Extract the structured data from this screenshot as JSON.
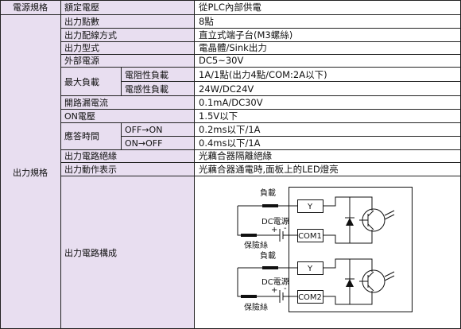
{
  "table": {
    "power": {
      "group": "電源規格",
      "label": "額定電壓",
      "value": "從PLC內部供電"
    },
    "output": {
      "group": "出力規格",
      "rows": {
        "points": {
          "label": "出力點數",
          "value": "8點"
        },
        "wiring": {
          "label": "出力配線方式",
          "value": "直立式端子台(M3螺絲)"
        },
        "type": {
          "label": "出力型式",
          "value": "電晶體/Sink出力"
        },
        "ext_power": {
          "label": "外部電源",
          "value": "DC5~30V"
        },
        "max_load": {
          "label": "最大負載",
          "resistive": {
            "label": "電阻性負載",
            "value": "1A/1點(出力4點/COM:2A以下)"
          },
          "inductive": {
            "label": "電感性負載",
            "value": "24W/DC24V"
          }
        },
        "leak": {
          "label": "開路漏電流",
          "value": "0.1mA/DC30V"
        },
        "on_voltage": {
          "label": "ON電壓",
          "value": "1.5V以下"
        },
        "response": {
          "label": "應答時間",
          "off_on": {
            "label": "OFF→ON",
            "value": "0.2ms以下/1A"
          },
          "on_off": {
            "label": "ON→OFF",
            "value": "0.4ms以下/1A"
          }
        },
        "isolation": {
          "label": "出力電路絕緣",
          "value": "光藕合器隔離絕緣"
        },
        "indicator": {
          "label": "出力動作表示",
          "value": "光藕合器通電時,面板上的LED燈亮"
        },
        "circuit": {
          "label": "出力電路構成"
        }
      }
    }
  },
  "diagram": {
    "load": "負載",
    "dc_power": "DC電源",
    "plus": "+",
    "minus": "-",
    "fuse": "保險絲",
    "y": "Y",
    "com1": "COM1",
    "com2": "COM2"
  }
}
